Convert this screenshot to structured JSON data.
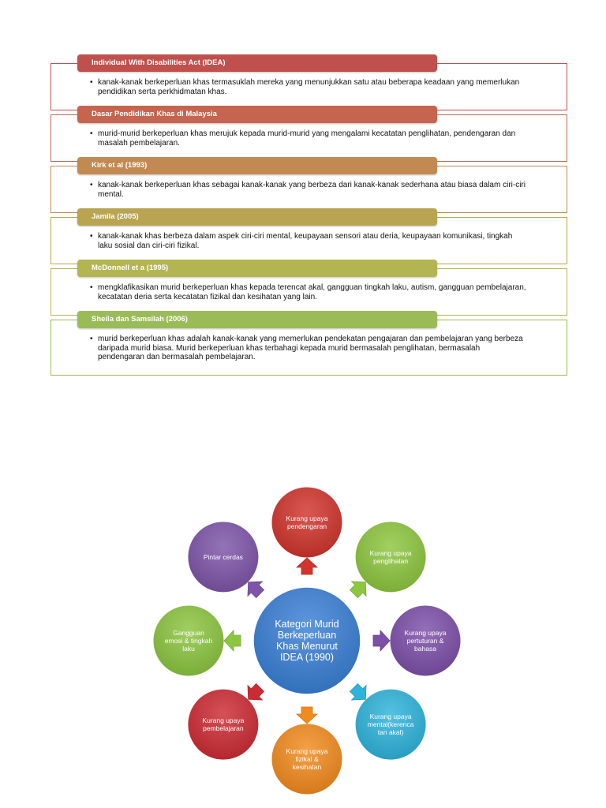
{
  "definitions": [
    {
      "title": "Individual With Disabilities Act (IDEA)",
      "color": "#c0504d",
      "text": "kanak-kanak berkeperluan khas termasuklah mereka yang menunjukkan satu atau beberapa keadaan yang memerlukan pendidikan serta perkhidmatan khas."
    },
    {
      "title": "Dasar Pendidikan Khas di Malaysia",
      "color": "#c6654f",
      "text": "murid-murid berkeperluan khas merujuk kepada murid-murid yang mengalami kecatatan penglihatan, pendengaran dan masalah pembelajaran."
    },
    {
      "title": "Kirk et al (1993)",
      "color": "#c28a52",
      "text": "kanak-kanak berkeperluan khas sebagai kanak-kanak yang berbeza dari kanak-kanak sederhana atau biasa dalam ciri-ciri mental."
    },
    {
      "title": "Jamila (2005)",
      "color": "#b8a451",
      "text": "kanak-kanak khas berbeza dalam aspek ciri-ciri mental, keupayaan sensori atau deria, keupayaan komunikasi, tingkah laku sosial dan ciri-ciri fizikal."
    },
    {
      "title": "McDonnell et a (1995)",
      "color": "#b3b552",
      "text": "mengklafikasikan murid berkeperluan khas kepada terencat akal, gangguan tingkah laku, autism, gangguan pembelajaran, kecatatan deria serta kecatatan fizikal dan kesihatan yang lain."
    },
    {
      "title": "Sheila dan Samsilah (2006)",
      "color": "#9bbb59",
      "text": "murid berkeperluan khas adalah kanak-kanak yang memerlukan pendekatan pengajaran dan pembelajaran yang berbeza daripada murid biasa. Murid berkeperluan khas terbahagi kepada murid bermasalah penglihatan, bermasalah pendengaran dan bermasalah pembelajaran."
    }
  ],
  "diagram": {
    "center": {
      "label": "Kategori Murid Berkeperluan Khas Menurut IDEA (1990)",
      "color": "#3a7fd5"
    },
    "nodes": [
      {
        "label": "Kurang upaya pendengaran",
        "color": "#d0342c"
      },
      {
        "label": "Kurang upaya penglihatan",
        "color": "#8dc63f"
      },
      {
        "label": "Kurang upaya pertuturan & bahasa",
        "color": "#7d4fa8"
      },
      {
        "label": "Kurang upaya mental(kerenca tan akal)",
        "color": "#2fb3db"
      },
      {
        "label": "Kurang upaya fizikal & kesihatan",
        "color": "#f28b1f"
      },
      {
        "label": "Kurang upaya pembelajaran",
        "color": "#cc2b33"
      },
      {
        "label": "Gangguan emosi & tingkah laku",
        "color": "#8cc540"
      },
      {
        "label": "Pintar cerdas",
        "color": "#7e54a8"
      }
    ]
  }
}
